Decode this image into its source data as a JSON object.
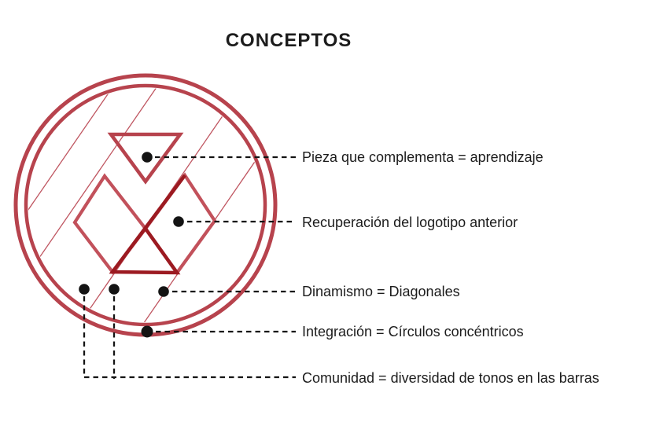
{
  "title": "CONCEPTOS",
  "callouts": [
    {
      "label": "Pieza que complementa = aprendizaje"
    },
    {
      "label": "Recuperación del logotipo anterior"
    },
    {
      "label": "Dinamismo = Diagonales"
    },
    {
      "label": "Integración = Círculos concéntricos"
    },
    {
      "label": "Comunidad = diversidad de tonos en las barras"
    }
  ],
  "colors": {
    "brand_red": "#b7434d",
    "brand_red_light": "#c2515b",
    "brand_red_dark": "#9c1a21",
    "hatch_red": "#bf5560",
    "callout_black": "#141414",
    "text_black": "#1c1c1c",
    "background": "#ffffff"
  }
}
